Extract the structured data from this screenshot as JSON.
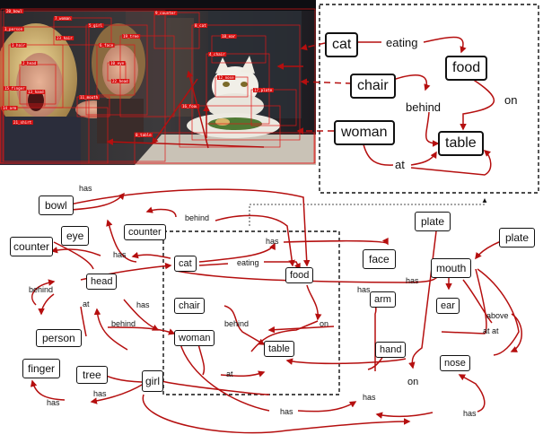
{
  "colors": {
    "edge": "#b50f0f",
    "node_border": "#111111",
    "box_red": "#e01818"
  },
  "top_graph": {
    "nodes": {
      "cat": "cat",
      "food": "food",
      "chair": "chair",
      "woman": "woman",
      "table": "table"
    },
    "relations": {
      "eating": "eating",
      "behind": "behind",
      "on": "on",
      "at": "at"
    }
  },
  "scene_graph": {
    "nodes": {
      "bowl": "bowl",
      "eye": "eye",
      "counter_left": "counter",
      "counter_mid": "counter",
      "cat": "cat",
      "food": "food",
      "face": "face",
      "plate_top": "plate",
      "plate_right": "plate",
      "mouth": "mouth",
      "head": "head",
      "chair": "chair",
      "arm": "arm",
      "ear": "ear",
      "person": "person",
      "woman": "woman",
      "table": "table",
      "hand": "hand",
      "nose": "nose",
      "finger": "finger",
      "tree": "tree",
      "girl": "girl"
    },
    "relations": {
      "has_bowl": "has",
      "behind_counter": "behind",
      "has_eye": "has",
      "eating": "eating",
      "has_cat_face": "has",
      "has_plate": "has",
      "behind_person": "behind",
      "at_person": "at",
      "has_head": "has",
      "behind_tree": "behind",
      "behind_chair": "behind",
      "on_table": "on",
      "at_arm": "at",
      "above": "above",
      "at_girl": "at",
      "on_hand": "on",
      "has_girl": "has",
      "has_finger": "has",
      "has_bottom": "has",
      "has_nose": "has"
    }
  },
  "detections": [
    "0_table",
    "1_person",
    "2_head",
    "3_hair",
    "4_chair",
    "5_girl",
    "6_face",
    "7_woman",
    "8_cat",
    "9_counter",
    "10_eye",
    "11_mouth",
    "12_nose",
    "13_hand",
    "14_arm",
    "15_finger",
    "16_food",
    "17_plate",
    "18_ear",
    "19_tree",
    "20_bowl",
    "21_shirt",
    "22_head",
    "23_hair"
  ]
}
